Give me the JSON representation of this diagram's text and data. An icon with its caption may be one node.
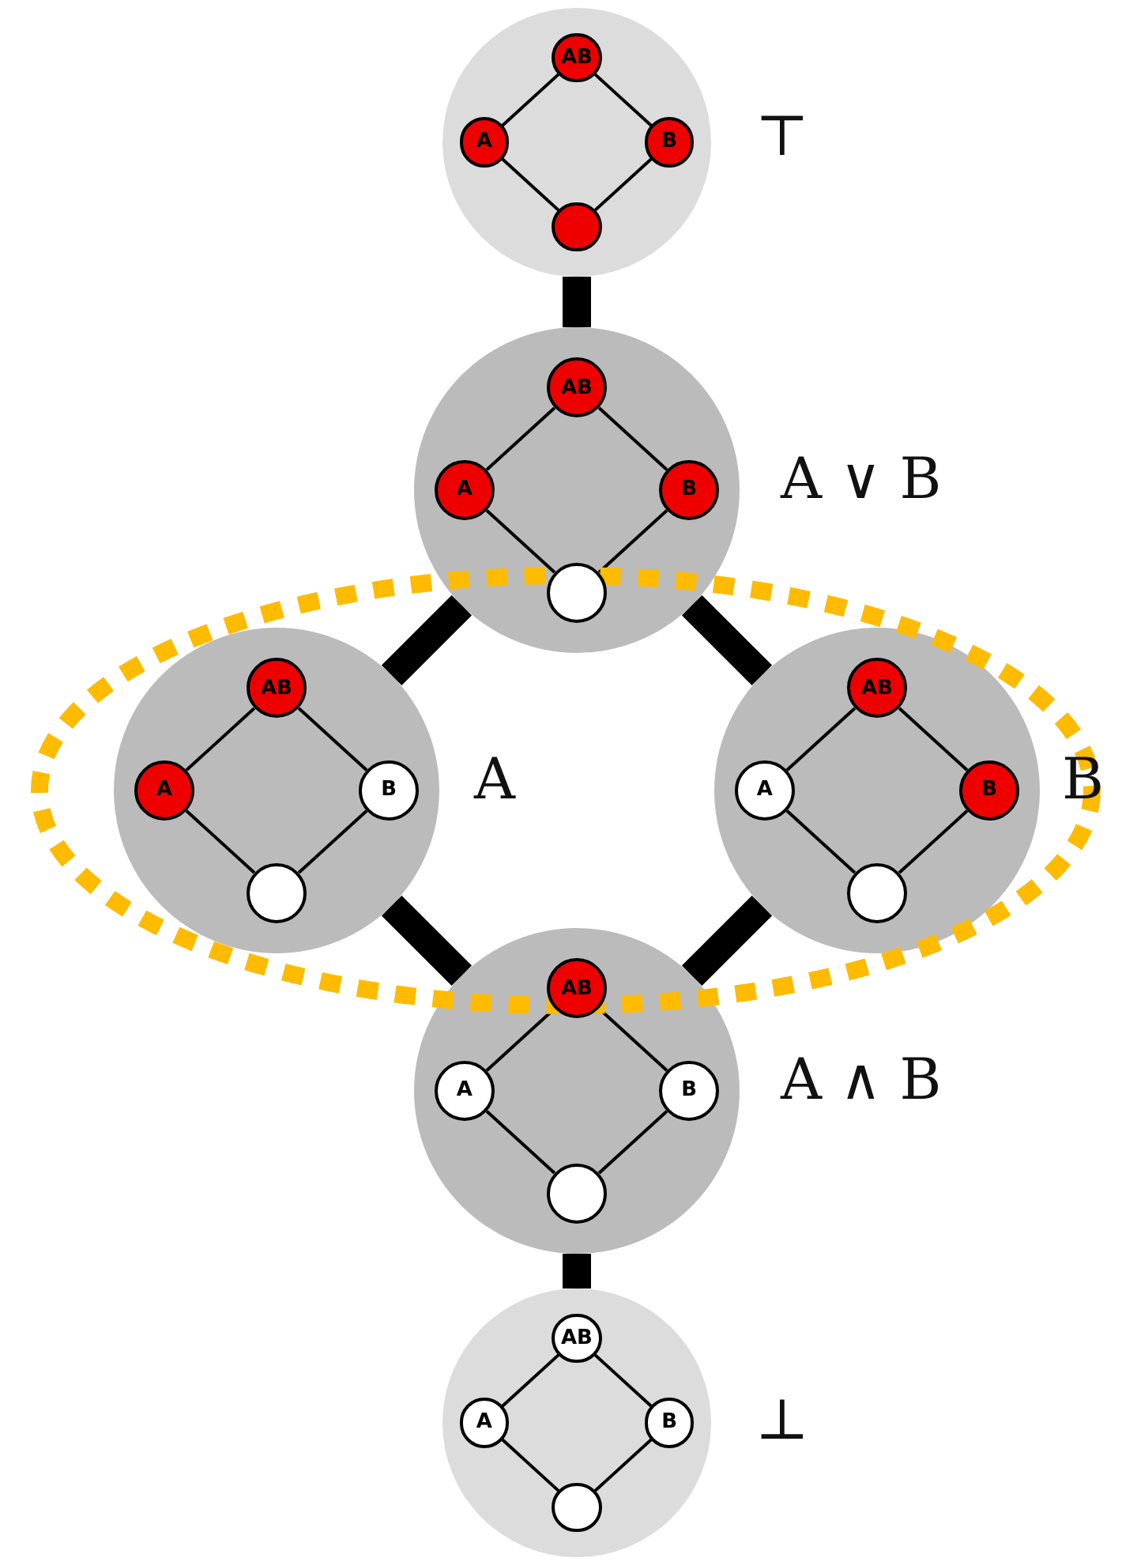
{
  "diagram": {
    "nodes": [
      {
        "text": [],
        "shape": "circle",
        "beside": [
          "⊤"
        ]
      },
      {
        "text": [
          "AB"
        ],
        "in": 0
      },
      {
        "text": [
          "A"
        ],
        "in": 0
      },
      {
        "text": [
          "B"
        ],
        "in": 0
      },
      {
        "text": [],
        "shape": "circle",
        "in": 0
      },
      {
        "text": [],
        "shape": "circle",
        "beside": [
          "A ∨ B"
        ]
      },
      {
        "text": [
          "AB"
        ],
        "in": 5
      },
      {
        "text": [
          "A"
        ],
        "in": 5
      },
      {
        "text": [
          "B"
        ],
        "in": 5
      },
      {
        "text": [],
        "shape": "circle",
        "in": 5
      },
      {
        "text": [],
        "shape": "ellipse"
      },
      {
        "text": [],
        "shape": "circle",
        "in": 10,
        "beside": [
          "A"
        ]
      },
      {
        "text": [
          "AB"
        ],
        "in": 11
      },
      {
        "text": [
          "A"
        ],
        "in": 11
      },
      {
        "text": [
          "B"
        ],
        "in": 11
      },
      {
        "text": [],
        "shape": "circle",
        "in": 11
      },
      {
        "text": [],
        "shape": "circle",
        "in": 10,
        "beside": [
          "B"
        ]
      },
      {
        "text": [
          "AB"
        ],
        "in": 16
      },
      {
        "text": [
          "A"
        ],
        "in": 16
      },
      {
        "text": [
          "B"
        ],
        "in": 16
      },
      {
        "text": [],
        "shape": "circle",
        "in": 16
      },
      {
        "text": [],
        "shape": "circle",
        "beside": [
          "A ∧ B"
        ]
      },
      {
        "text": [
          "AB"
        ],
        "in": 21
      },
      {
        "text": [
          "A"
        ],
        "in": 21
      },
      {
        "text": [
          "B"
        ],
        "in": 21
      },
      {
        "text": [],
        "shape": "circle",
        "in": 21
      },
      {
        "text": [],
        "shape": "circle",
        "beside": [
          "⊥"
        ]
      },
      {
        "text": [
          "AB"
        ],
        "in": 26
      },
      {
        "text": [
          "A"
        ],
        "in": 26
      },
      {
        "text": [
          "B"
        ],
        "in": 26
      },
      {
        "text": [],
        "shape": "circle",
        "in": 26
      }
    ],
    "edges": [
      {
        "from": 1,
        "to": 2,
        "arrow": "none"
      },
      {
        "from": 1,
        "to": 3,
        "arrow": "none"
      },
      {
        "from": 2,
        "to": 4,
        "arrow": "none"
      },
      {
        "from": 3,
        "to": 4,
        "arrow": "none"
      },
      {
        "from": 0,
        "to": 5,
        "arrow": "none",
        "style": "thick"
      },
      {
        "from": 6,
        "to": 7,
        "arrow": "none"
      },
      {
        "from": 6,
        "to": 8,
        "arrow": "none"
      },
      {
        "from": 7,
        "to": 9,
        "arrow": "none"
      },
      {
        "from": 8,
        "to": 9,
        "arrow": "none"
      },
      {
        "from": 5,
        "to": 11,
        "arrow": "none",
        "style": "thick"
      },
      {
        "from": 5,
        "to": 16,
        "arrow": "none",
        "style": "thick"
      },
      {
        "from": 12,
        "to": 13,
        "arrow": "none"
      },
      {
        "from": 12,
        "to": 14,
        "arrow": "none"
      },
      {
        "from": 13,
        "to": 15,
        "arrow": "none"
      },
      {
        "from": 14,
        "to": 15,
        "arrow": "none"
      },
      {
        "from": 17,
        "to": 18,
        "arrow": "none"
      },
      {
        "from": 17,
        "to": 19,
        "arrow": "none"
      },
      {
        "from": 18,
        "to": 20,
        "arrow": "none"
      },
      {
        "from": 19,
        "to": 20,
        "arrow": "none"
      },
      {
        "from": 11,
        "to": 21,
        "arrow": "none",
        "style": "thick"
      },
      {
        "from": 16,
        "to": 21,
        "arrow": "none",
        "style": "thick"
      },
      {
        "from": 22,
        "to": 23,
        "arrow": "none"
      },
      {
        "from": 22,
        "to": 24,
        "arrow": "none"
      },
      {
        "from": 23,
        "to": 25,
        "arrow": "none"
      },
      {
        "from": 24,
        "to": 25,
        "arrow": "none"
      },
      {
        "from": 21,
        "to": 26,
        "arrow": "none",
        "style": "thick"
      },
      {
        "from": 27,
        "to": 28,
        "arrow": "none"
      },
      {
        "from": 27,
        "to": 29,
        "arrow": "none"
      },
      {
        "from": 28,
        "to": 30,
        "arrow": "none"
      },
      {
        "from": 29,
        "to": 30,
        "arrow": "none"
      }
    ]
  }
}
